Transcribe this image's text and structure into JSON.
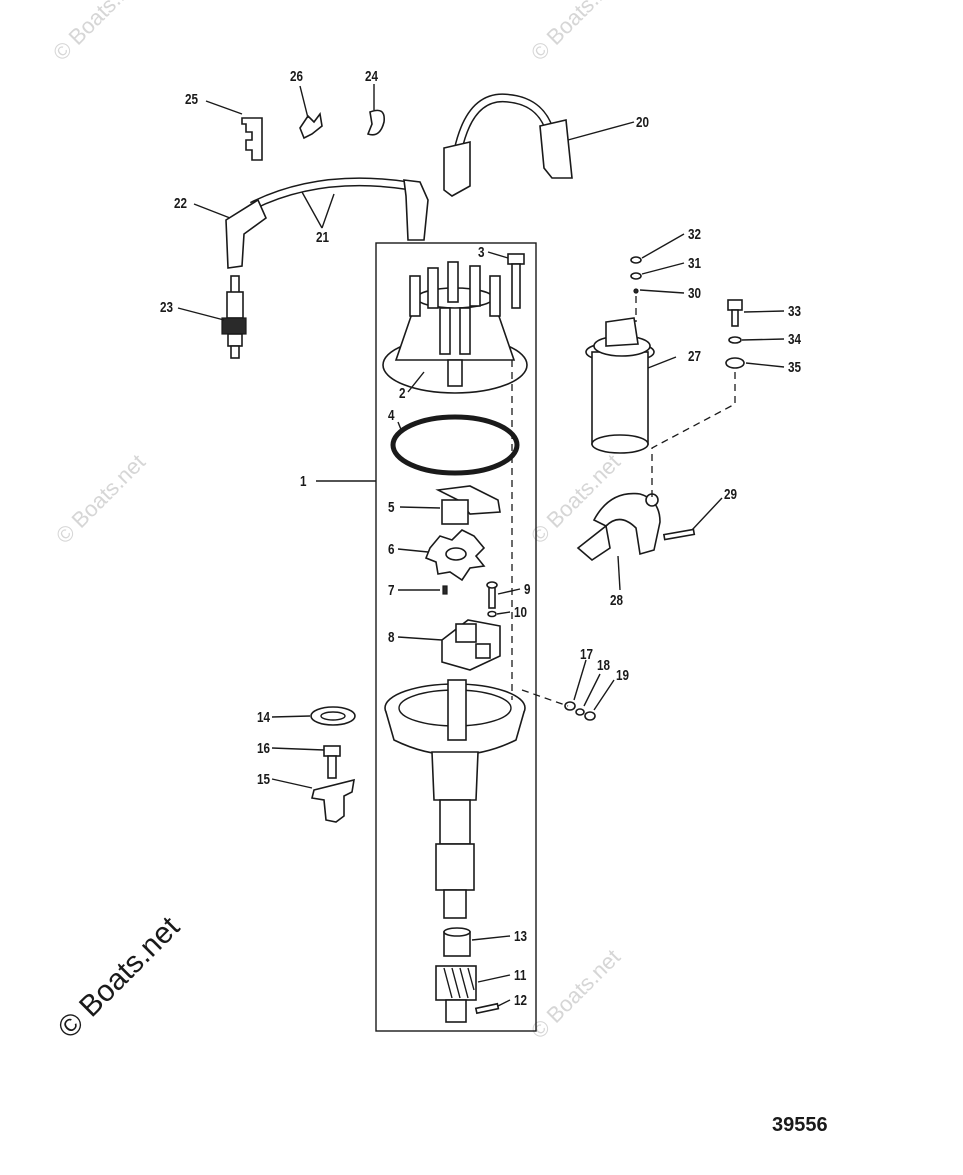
{
  "watermarks": {
    "small": "© Boats.net",
    "large": "© Boats.net"
  },
  "figure_number": "39556",
  "callouts": [
    {
      "id": "c1",
      "label": "1"
    },
    {
      "id": "c2",
      "label": "2"
    },
    {
      "id": "c3",
      "label": "3"
    },
    {
      "id": "c4",
      "label": "4"
    },
    {
      "id": "c5",
      "label": "5"
    },
    {
      "id": "c6",
      "label": "6"
    },
    {
      "id": "c7",
      "label": "7"
    },
    {
      "id": "c8",
      "label": "8"
    },
    {
      "id": "c9",
      "label": "9"
    },
    {
      "id": "c10",
      "label": "10"
    },
    {
      "id": "c11",
      "label": "11"
    },
    {
      "id": "c12",
      "label": "12"
    },
    {
      "id": "c13",
      "label": "13"
    },
    {
      "id": "c14",
      "label": "14"
    },
    {
      "id": "c15",
      "label": "15"
    },
    {
      "id": "c16",
      "label": "16"
    },
    {
      "id": "c17",
      "label": "17"
    },
    {
      "id": "c18",
      "label": "18"
    },
    {
      "id": "c19",
      "label": "19"
    },
    {
      "id": "c20",
      "label": "20"
    },
    {
      "id": "c21",
      "label": "21"
    },
    {
      "id": "c22",
      "label": "22"
    },
    {
      "id": "c23",
      "label": "23"
    },
    {
      "id": "c24",
      "label": "24"
    },
    {
      "id": "c25",
      "label": "25"
    },
    {
      "id": "c26",
      "label": "26"
    },
    {
      "id": "c27",
      "label": "27"
    },
    {
      "id": "c28",
      "label": "28"
    },
    {
      "id": "c29",
      "label": "29"
    },
    {
      "id": "c30",
      "label": "30"
    },
    {
      "id": "c31",
      "label": "31"
    },
    {
      "id": "c32",
      "label": "32"
    },
    {
      "id": "c33",
      "label": "33"
    },
    {
      "id": "c34",
      "label": "34"
    },
    {
      "id": "c35",
      "label": "35"
    }
  ]
}
